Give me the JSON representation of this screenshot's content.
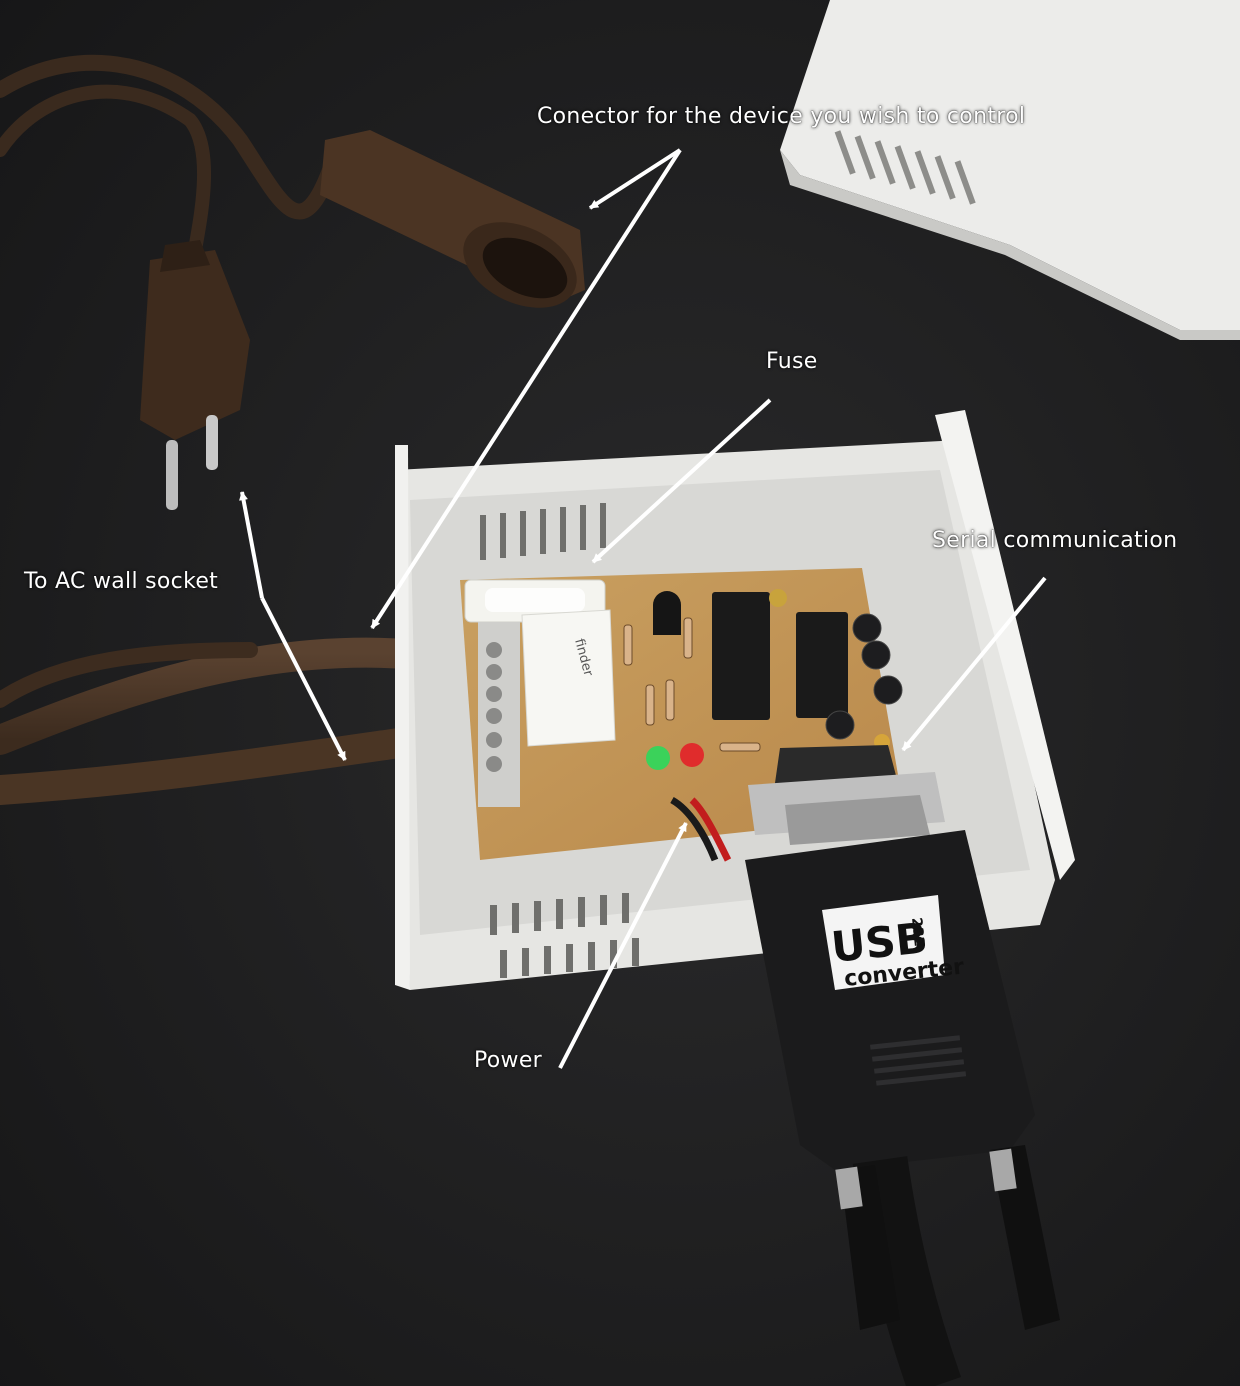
{
  "annotations": {
    "connector": "Conector for the device you wish to control",
    "fuse": "Fuse",
    "serial": "Serial communication",
    "ac_socket": "To AC wall socket",
    "power": "Power"
  },
  "adapter": {
    "brand_line1": "USB",
    "brand_super": "232",
    "brand_line2": "converter"
  },
  "relay": {
    "brand": "finder"
  },
  "colors": {
    "background": "#1e1e1f",
    "cable": "#4a3626",
    "enclosure": "#e9e9e6",
    "pcb": "#c89a55",
    "arrow": "#ffffff"
  }
}
